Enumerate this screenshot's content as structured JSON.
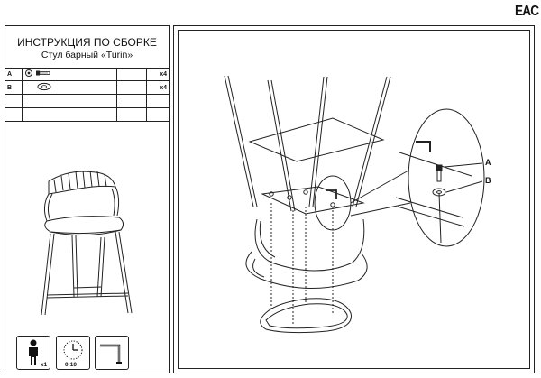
{
  "header": {
    "certification_mark": "EAC"
  },
  "instruction": {
    "title": "ИНСТРУКЦИЯ ПО СБОРКЕ",
    "subtitle": "Стул барный «Turin»"
  },
  "parts": [
    {
      "letter": "A",
      "quantity": "x4",
      "icon": "bolt-icon"
    },
    {
      "letter": "B",
      "quantity": "x4",
      "icon": "washer-icon"
    },
    {
      "letter": "",
      "quantity": "",
      "icon": ""
    },
    {
      "letter": "",
      "quantity": "",
      "icon": ""
    }
  ],
  "footer_icons": {
    "persons": "x1",
    "time": "0:10",
    "tool": "hex-key-icon"
  },
  "callouts": {
    "a": "A",
    "b": "B"
  }
}
